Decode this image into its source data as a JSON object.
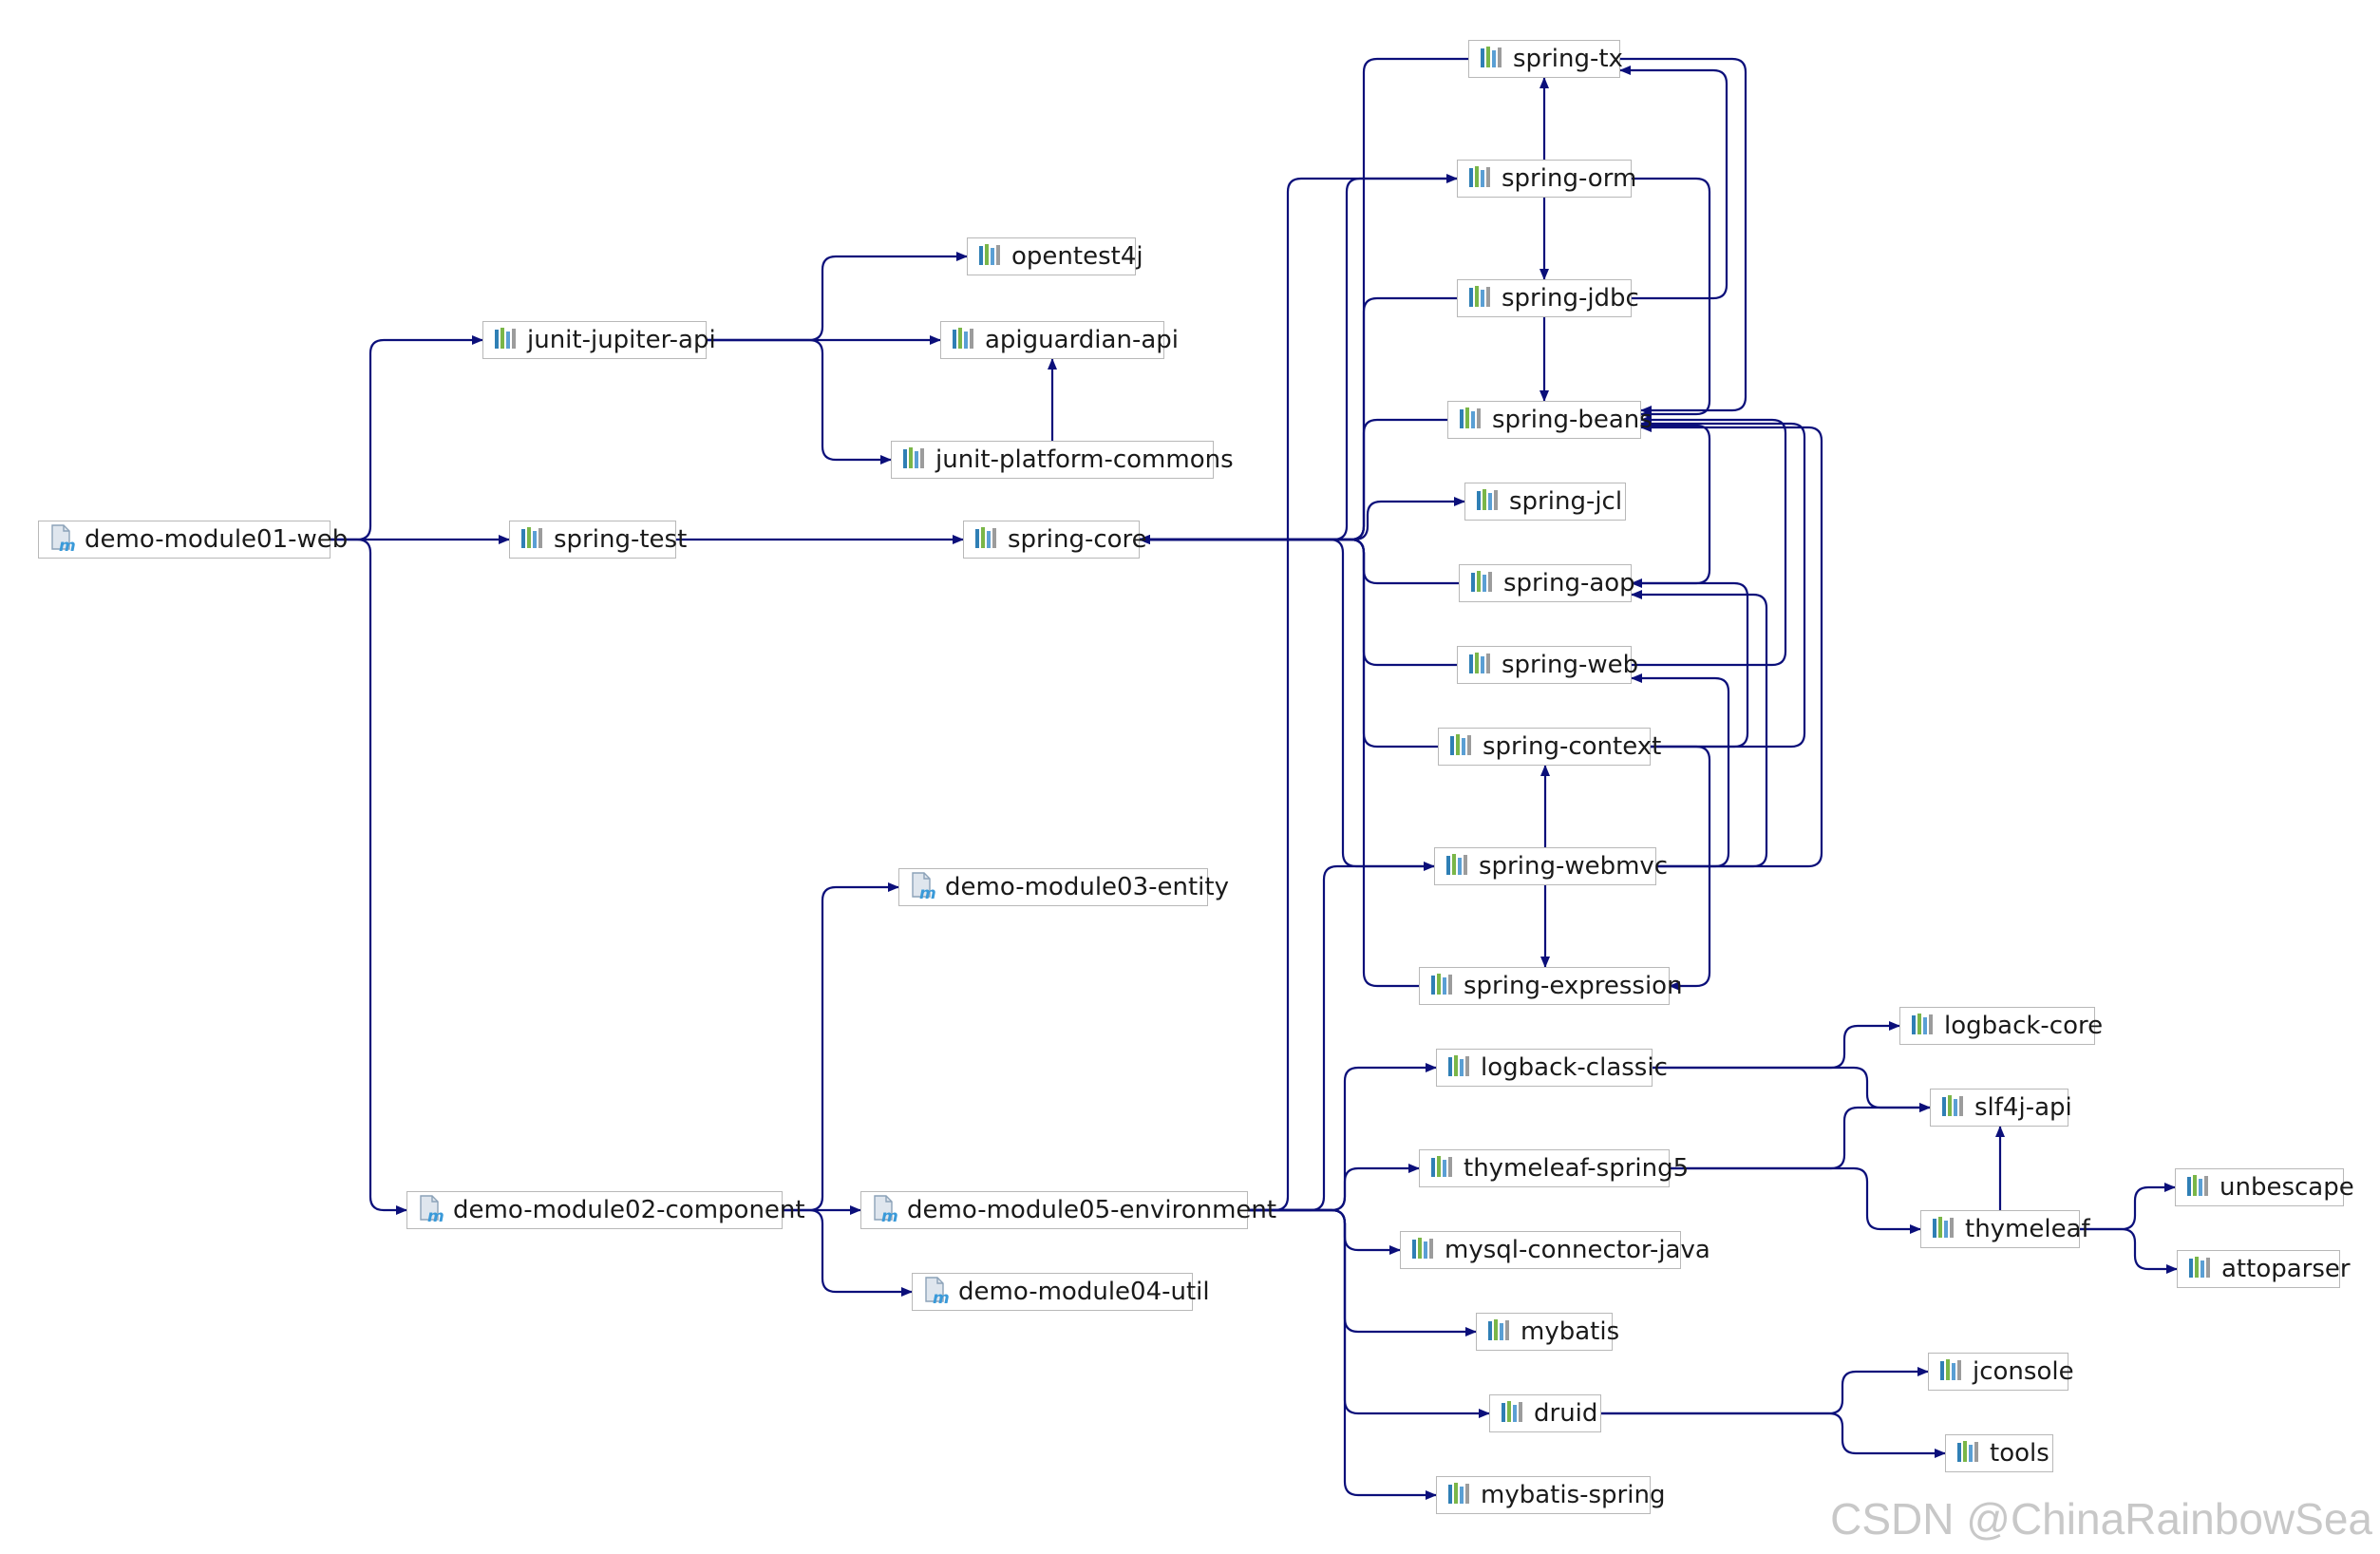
{
  "colors": {
    "edge": "#0b0f7a",
    "border": "#b8b8b8",
    "module_icon": "#3a9ad9",
    "library_bars": [
      "#2f7fb5",
      "#7ab648",
      "#5a9fd4",
      "#9c9c9c"
    ]
  },
  "nodes": [
    {
      "id": "demo-module01-web",
      "label": "demo-module01-web",
      "kind": "module"
    },
    {
      "id": "junit-jupiter-api",
      "label": "junit-jupiter-api",
      "kind": "library"
    },
    {
      "id": "opentest4j",
      "label": "opentest4j",
      "kind": "library"
    },
    {
      "id": "apiguardian-api",
      "label": "apiguardian-api",
      "kind": "library"
    },
    {
      "id": "junit-platform-commons",
      "label": "junit-platform-commons",
      "kind": "library"
    },
    {
      "id": "spring-test",
      "label": "spring-test",
      "kind": "library"
    },
    {
      "id": "spring-core",
      "label": "spring-core",
      "kind": "library"
    },
    {
      "id": "spring-tx",
      "label": "spring-tx",
      "kind": "library"
    },
    {
      "id": "spring-orm",
      "label": "spring-orm",
      "kind": "library"
    },
    {
      "id": "spring-jdbc",
      "label": "spring-jdbc",
      "kind": "library"
    },
    {
      "id": "spring-beans",
      "label": "spring-beans",
      "kind": "library"
    },
    {
      "id": "spring-jcl",
      "label": "spring-jcl",
      "kind": "library"
    },
    {
      "id": "spring-aop",
      "label": "spring-aop",
      "kind": "library"
    },
    {
      "id": "spring-web",
      "label": "spring-web",
      "kind": "library"
    },
    {
      "id": "spring-context",
      "label": "spring-context",
      "kind": "library"
    },
    {
      "id": "spring-webmvc",
      "label": "spring-webmvc",
      "kind": "library"
    },
    {
      "id": "spring-expression",
      "label": "spring-expression",
      "kind": "library"
    },
    {
      "id": "demo-module03-entity",
      "label": "demo-module03-entity",
      "kind": "module"
    },
    {
      "id": "demo-module02-component",
      "label": "demo-module02-component",
      "kind": "module"
    },
    {
      "id": "demo-module05-environment",
      "label": "demo-module05-environment",
      "kind": "module"
    },
    {
      "id": "demo-module04-util",
      "label": "demo-module04-util",
      "kind": "module"
    },
    {
      "id": "logback-classic",
      "label": "logback-classic",
      "kind": "library"
    },
    {
      "id": "logback-core",
      "label": "logback-core",
      "kind": "library"
    },
    {
      "id": "slf4j-api",
      "label": "slf4j-api",
      "kind": "library"
    },
    {
      "id": "thymeleaf-spring5",
      "label": "thymeleaf-spring5",
      "kind": "library"
    },
    {
      "id": "thymeleaf",
      "label": "thymeleaf",
      "kind": "library"
    },
    {
      "id": "unbescape",
      "label": "unbescape",
      "kind": "library"
    },
    {
      "id": "attoparser",
      "label": "attoparser",
      "kind": "library"
    },
    {
      "id": "mysql-connector-java",
      "label": "mysql-connector-java",
      "kind": "library"
    },
    {
      "id": "mybatis",
      "label": "mybatis",
      "kind": "library"
    },
    {
      "id": "druid",
      "label": "druid",
      "kind": "library"
    },
    {
      "id": "jconsole",
      "label": "jconsole",
      "kind": "library"
    },
    {
      "id": "tools",
      "label": "tools",
      "kind": "library"
    },
    {
      "id": "mybatis-spring",
      "label": "mybatis-spring",
      "kind": "library"
    }
  ],
  "edges": [
    [
      "demo-module01-web",
      "junit-jupiter-api"
    ],
    [
      "demo-module01-web",
      "spring-test"
    ],
    [
      "demo-module01-web",
      "demo-module02-component"
    ],
    [
      "junit-jupiter-api",
      "opentest4j"
    ],
    [
      "junit-jupiter-api",
      "apiguardian-api"
    ],
    [
      "junit-jupiter-api",
      "junit-platform-commons"
    ],
    [
      "junit-platform-commons",
      "apiguardian-api"
    ],
    [
      "spring-test",
      "spring-core"
    ],
    [
      "spring-core",
      "spring-jcl"
    ],
    [
      "spring-tx",
      "spring-core"
    ],
    [
      "spring-tx",
      "spring-beans"
    ],
    [
      "spring-orm",
      "spring-tx"
    ],
    [
      "spring-orm",
      "spring-jdbc"
    ],
    [
      "spring-orm",
      "spring-beans"
    ],
    [
      "spring-orm",
      "spring-core"
    ],
    [
      "spring-jdbc",
      "spring-beans"
    ],
    [
      "spring-jdbc",
      "spring-tx"
    ],
    [
      "spring-jdbc",
      "spring-core"
    ],
    [
      "spring-beans",
      "spring-core"
    ],
    [
      "spring-aop",
      "spring-beans"
    ],
    [
      "spring-aop",
      "spring-core"
    ],
    [
      "spring-web",
      "spring-beans"
    ],
    [
      "spring-web",
      "spring-core"
    ],
    [
      "spring-context",
      "spring-aop"
    ],
    [
      "spring-context",
      "spring-beans"
    ],
    [
      "spring-context",
      "spring-core"
    ],
    [
      "spring-context",
      "spring-expression"
    ],
    [
      "spring-webmvc",
      "spring-context"
    ],
    [
      "spring-webmvc",
      "spring-aop"
    ],
    [
      "spring-webmvc",
      "spring-beans"
    ],
    [
      "spring-webmvc",
      "spring-web"
    ],
    [
      "spring-webmvc",
      "spring-expression"
    ],
    [
      "spring-webmvc",
      "spring-core"
    ],
    [
      "spring-expression",
      "spring-core"
    ],
    [
      "demo-module02-component",
      "demo-module03-entity"
    ],
    [
      "demo-module02-component",
      "demo-module05-environment"
    ],
    [
      "demo-module02-component",
      "demo-module04-util"
    ],
    [
      "demo-module05-environment",
      "spring-orm"
    ],
    [
      "demo-module05-environment",
      "spring-webmvc"
    ],
    [
      "demo-module05-environment",
      "logback-classic"
    ],
    [
      "demo-module05-environment",
      "thymeleaf-spring5"
    ],
    [
      "demo-module05-environment",
      "mysql-connector-java"
    ],
    [
      "demo-module05-environment",
      "mybatis"
    ],
    [
      "demo-module05-environment",
      "druid"
    ],
    [
      "demo-module05-environment",
      "mybatis-spring"
    ],
    [
      "logback-classic",
      "logback-core"
    ],
    [
      "logback-classic",
      "slf4j-api"
    ],
    [
      "thymeleaf-spring5",
      "slf4j-api"
    ],
    [
      "thymeleaf-spring5",
      "thymeleaf"
    ],
    [
      "thymeleaf",
      "slf4j-api"
    ],
    [
      "thymeleaf",
      "unbescape"
    ],
    [
      "thymeleaf",
      "attoparser"
    ],
    [
      "druid",
      "jconsole"
    ],
    [
      "druid",
      "tools"
    ]
  ],
  "watermark": "CSDN @ChinaRainbowSea"
}
